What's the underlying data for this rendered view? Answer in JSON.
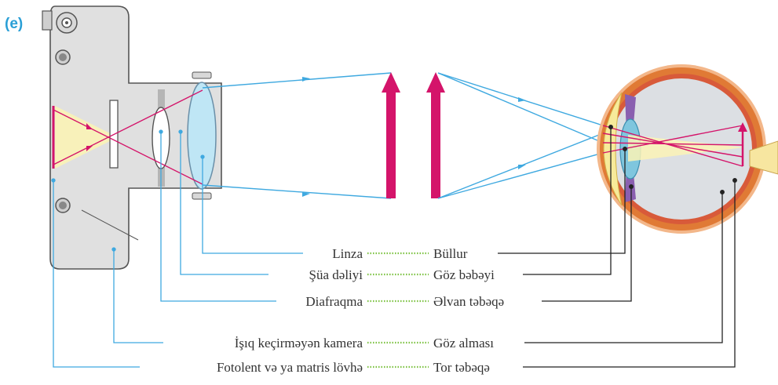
{
  "figure": {
    "panel_tag": "(e)"
  },
  "colors": {
    "camera_body": "#e0e0e0",
    "camera_stroke": "#555555",
    "ray": "#3fa9e0",
    "arrow": "#d4146a",
    "connector": "#7cc242",
    "eye_sclera": "#e07a35",
    "eye_iris": "#8a5fb0",
    "lens": "#bfe6f5",
    "light_cone": "#fbf3b6",
    "leader_eye": "#222222"
  },
  "icons": [
    "camera-illustration",
    "eye-illustration",
    "object-arrow",
    "image-arrow"
  ],
  "analogies": [
    {
      "camera": "Linza",
      "eye": "Büllur"
    },
    {
      "camera": "Şüa dəliyi",
      "eye": "Göz bəbəyi"
    },
    {
      "camera": "Diafraqma",
      "eye": "Əlvan təbəqə"
    },
    {
      "camera": "İşıq keçirməyən kamera",
      "eye": "Göz alması"
    },
    {
      "camera": "Fotolent və ya matris lövhə",
      "eye": "Tor təbəqə"
    }
  ]
}
